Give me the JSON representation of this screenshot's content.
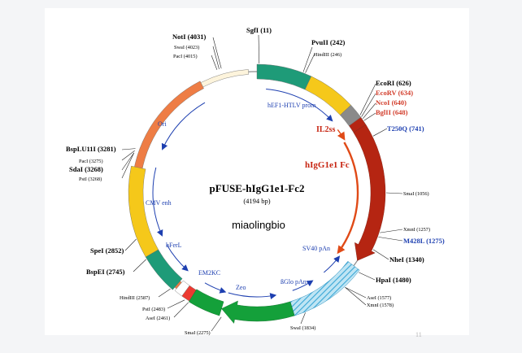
{
  "plasmid": {
    "name": "pFUSE-hIgG1e1-Fc2",
    "size": "(4194 bp)",
    "watermark": "miaolingbio",
    "corner_mark": "11"
  },
  "colors": {
    "backbone": "#8c8c8c",
    "green": "#1e9b78",
    "yellow": "#f5c81a",
    "red_dark": "#b52512",
    "red_orange": "#e04a17",
    "orange": "#ee7d45",
    "blue_label": "#1d3fb0",
    "hatched": "#4bb3da",
    "gray": "#8a8a8a",
    "bright_green": "#14a03a",
    "small_red": "#ec3a31"
  },
  "features": [
    {
      "id": "hef1-htlv-prom",
      "label": "hEF1-HTLV prom"
    },
    {
      "id": "il2ss",
      "label": "IL2ss"
    },
    {
      "id": "higg1e1-fc",
      "label": "hIgG1e1 Fc"
    },
    {
      "id": "ori",
      "label": "Ori"
    },
    {
      "id": "cmv-enh",
      "label": "CMV enh"
    },
    {
      "id": "hferl",
      "label": "hFerL"
    },
    {
      "id": "em2kc",
      "label": "EM2KC"
    },
    {
      "id": "zeo",
      "label": "Zeo"
    },
    {
      "id": "bglo-pan",
      "label": "ßGlo pAn"
    },
    {
      "id": "sv40-pan",
      "label": "SV40 pAn"
    }
  ],
  "sites": [
    {
      "id": "noti",
      "label": "NotI (4031)"
    },
    {
      "id": "swai-4023",
      "label": "SwaI (4023)"
    },
    {
      "id": "paci-4015",
      "label": "PacI (4015)"
    },
    {
      "id": "sgfi",
      "label": "SgfI (11)"
    },
    {
      "id": "pvuii",
      "label": "PvuII (242)"
    },
    {
      "id": "hindiii-246",
      "label": "HindIII (246)"
    },
    {
      "id": "ecori",
      "label": "EcoRI (626)"
    },
    {
      "id": "ecorv",
      "label": "EcoRV (634)"
    },
    {
      "id": "ncoi",
      "label": "NcoI (640)"
    },
    {
      "id": "bglii",
      "label": "BglII (648)"
    },
    {
      "id": "t250q",
      "label": "T250Q (741)"
    },
    {
      "id": "smai-1056",
      "label": "SmaI (1056)"
    },
    {
      "id": "xmni-1257",
      "label": "XmnI (1257)"
    },
    {
      "id": "m428l",
      "label": "M428L (1275)"
    },
    {
      "id": "nhei",
      "label": "NheI (1340)"
    },
    {
      "id": "hpai",
      "label": "HpaI (1480)"
    },
    {
      "id": "asei-1577",
      "label": "AseI (1577)"
    },
    {
      "id": "xmni-1578",
      "label": "XmnI (1578)"
    },
    {
      "id": "swai-1834",
      "label": "SwaI (1834)"
    },
    {
      "id": "smai-2275",
      "label": "SmaI (2275)"
    },
    {
      "id": "asei-2461",
      "label": "AseI (2461)"
    },
    {
      "id": "psti-2483",
      "label": "PstI (2483)"
    },
    {
      "id": "hindiii-2587",
      "label": "HindIII (2587)"
    },
    {
      "id": "bspei",
      "label": "BspEI (2745)"
    },
    {
      "id": "spei",
      "label": "SpeI (2852)"
    },
    {
      "id": "bsplu11i",
      "label": "BspLU11I (3281)"
    },
    {
      "id": "sdai",
      "label": "SdaI (3268)"
    },
    {
      "id": "paci-3275",
      "label": "PacI (3275)"
    },
    {
      "id": "psti-3268",
      "label": "PstI (3268)"
    }
  ]
}
